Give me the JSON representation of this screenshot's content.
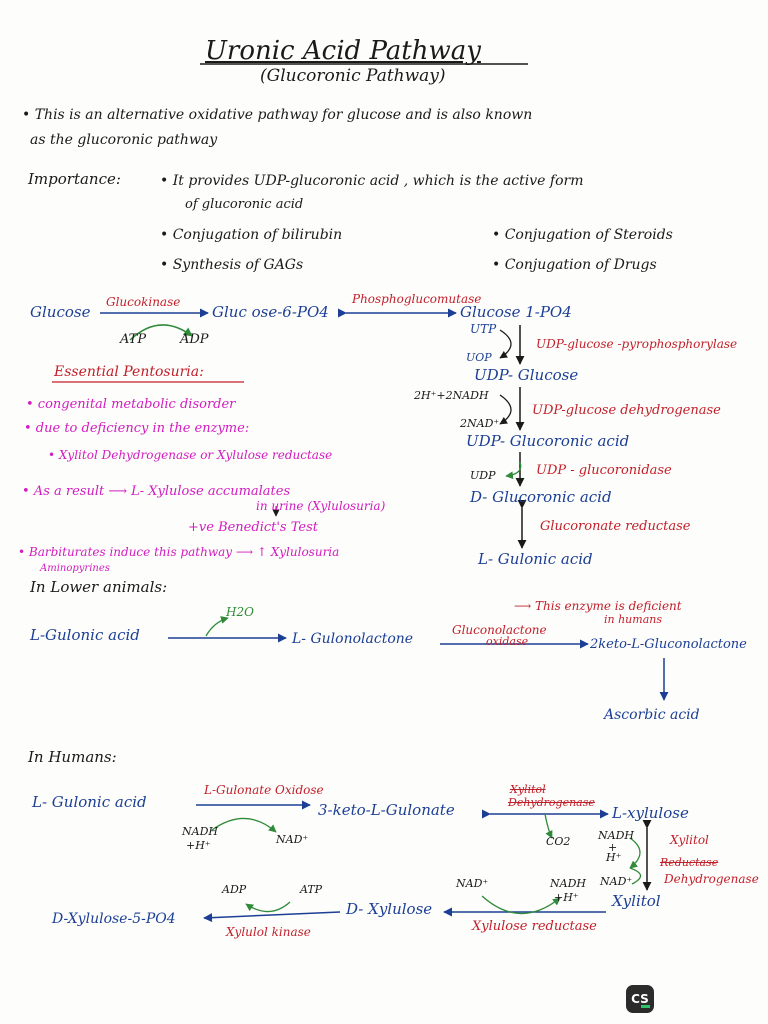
{
  "title": "Uronic Acid Pathway",
  "subtitle": "(Glucoronic Pathway)",
  "intro": {
    "line1": "• This   is  an   alternative  oxidative  pathway   for  glucose  and  is also  known",
    "line2": "as    the     glucoronic  pathway"
  },
  "importance": {
    "label": "Importance:",
    "point1a": "• It  provides   UDP-glucoronic acid , which is the   active form",
    "point1b": "of glucoronic acid",
    "point2": "• Conjugation of  bilirubin",
    "point3": "• Synthesis of GAGs",
    "point4": "• Conjugation of  Steroids",
    "point5": "• Conjugation of  Drugs"
  },
  "pathway": {
    "glucose": "Glucose",
    "glucokinase": "Glucokinase",
    "atp": "ATP",
    "adp": "ADP",
    "g6p": "Gluc ose-6-PO4",
    "phosphoglucomutase": "Phosphoglucomutase",
    "g1p": "Glucose 1-PO4",
    "utp": "UTP",
    "ppi": "UOP",
    "enzyme_pyro": "UDP-glucose -pyrophosphorylase",
    "udp_glucose": "UDP- Glucose",
    "nadh_in": "2H⁺+2NADH",
    "nad_out": "2NAD⁺",
    "enzyme_dehydro": "UDP-glucose dehydrogenase",
    "udp_glucoronic": "UDP- Glucoronic acid",
    "udp": "UDP",
    "enzyme_glucoronidase": "UDP - glucoronidase",
    "d_glucoronic": "D- Glucoronic  acid",
    "enzyme_reductase": "Glucoronate reductase",
    "l_gulonic": "L- Gulonic acid"
  },
  "pentosuria": {
    "heading": "Essential Pentosuria:",
    "p1": "• congenital  metabolic  disorder",
    "p2": "•  due   to  deficiency in  the  enzyme:",
    "p3": "• Xylitol  Dehydrogenase  or  Xylulose  reductase",
    "p4a": "•  As   a    result ⟶  L- Xylulose  accumalates",
    "p4b": "in  urine   (Xylulosuria)",
    "p4c": "+ve  Benedict's Test",
    "p5": "• Barbiturates     induce  this pathway ⟶ ↑ Xylulosuria",
    "p5b": "Aminopyrines"
  },
  "lower_animals": {
    "heading": "In Lower  animals:",
    "l_gulonic": "L-Gulonic  acid",
    "h2o": "H2O",
    "gulonolactone": "L- Gulonolactone",
    "enzyme": "Gluconolactone",
    "enzyme2": "oxidase",
    "note1": "⟶ This  enzyme  is  deficient",
    "note2": "in  humans",
    "keto": "2keto-L-Gluconolactone",
    "ascorbic": "Ascorbic  acid"
  },
  "humans": {
    "heading": "In Humans:",
    "l_gulonic": "L- Gulonic  acid",
    "enzyme1": "L-Gulonate Oxidose",
    "nadh": "NADH",
    "hplus": "+H⁺",
    "nad": "NAD⁺",
    "keto": "3-keto-L-Gulonate",
    "struck1": "Xylitol",
    "struck2": "Dehydrogenase",
    "co2": "CO2",
    "l_xylulose": "L-xylulose",
    "nadh2": "NADH",
    "plus": "+",
    "hplus2": "H⁺",
    "enzyme_xylitol1": "Xylitol",
    "enzyme_xylitol_struck": "Reductase",
    "enzyme_xylitol2": "Dehydrogenase",
    "nad2": "NAD⁺",
    "xylitol": "Xylitol",
    "nadplus3": "NAD⁺",
    "nadh3": "NADH",
    "hplus3": "+H⁺",
    "d_xylulose": "D- Xylulose",
    "enzyme_xylose_red": "Xylulose reductase",
    "adp": "ADP",
    "atp": "ATP",
    "d_xylulose_5p": "D-Xylulose-5-PO4",
    "kinase": "Xylulol kinase"
  },
  "logo": "CS",
  "colors": {
    "black": "#1a1a1a",
    "blue": "#1c3f95",
    "red": "#c21f2a",
    "magenta": "#d21cc0",
    "green": "#2f8a3a"
  }
}
